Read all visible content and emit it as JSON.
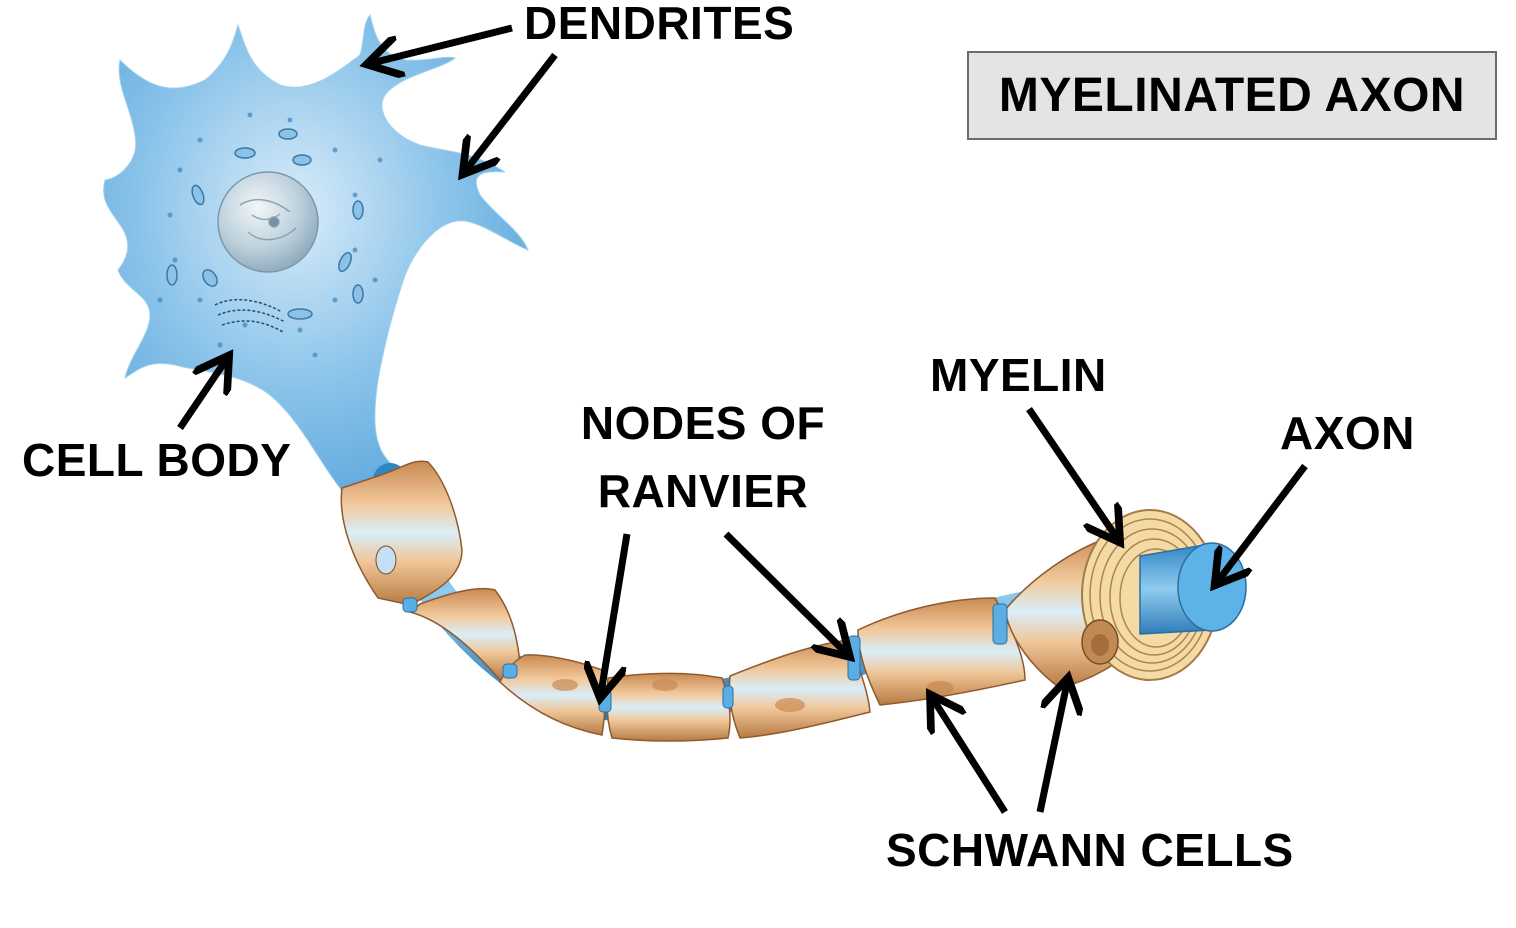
{
  "title": "MYELINATED AXON",
  "labels": {
    "dendrites": "DENDRITES",
    "cell_body": "CELL BODY",
    "nodes_line1": "NODES OF",
    "nodes_line2": "RANVIER",
    "myelin": "MYELIN",
    "axon": "AXON",
    "schwann_cells": "SCHWANN CELLS"
  },
  "colors": {
    "neuron_blue": "#6fb4e2",
    "neuron_light": "#cfe6f6",
    "sheath_tan": "#e8b98a",
    "sheath_dark": "#b77b45",
    "axon_core": "#4a9fd6",
    "title_box_bg": "#e4e4e4",
    "arrow": "#000000"
  }
}
